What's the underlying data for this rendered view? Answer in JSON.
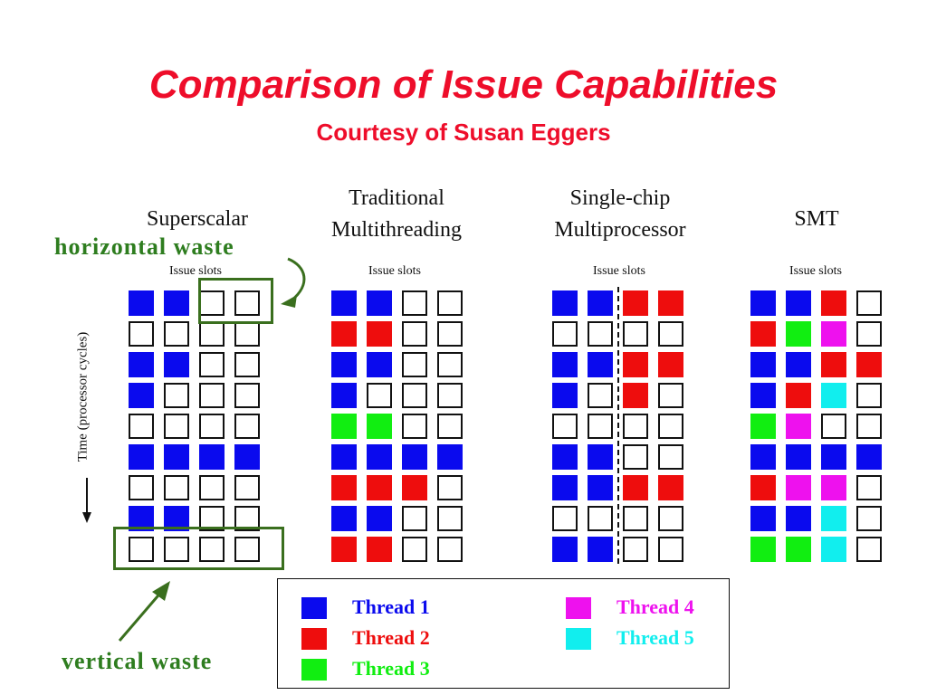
{
  "title": "Comparison of Issue Capabilities",
  "subtitle": "Courtesy of Susan Eggers",
  "colors": {
    "title": "#ee0d2a",
    "waste_labels": "#2e7d1f",
    "threads": {
      "1": "#0a0aee",
      "2": "#ee0d0d",
      "3": "#11ee11",
      "4": "#ee11ee",
      "5": "#11eeee"
    }
  },
  "axis_label": "Time (processor cycles)",
  "slots_label": "Issue slots",
  "annotations": {
    "horizontal_waste": "horizontal waste",
    "vertical_waste": "vertical waste"
  },
  "columns": [
    {
      "id": "superscalar",
      "title_lines": [
        "Superscalar"
      ],
      "divider": false,
      "rows": [
        [
          1,
          1,
          0,
          0
        ],
        [
          0,
          0,
          0,
          0
        ],
        [
          1,
          1,
          0,
          0
        ],
        [
          1,
          0,
          0,
          0
        ],
        [
          0,
          0,
          0,
          0
        ],
        [
          1,
          1,
          1,
          1
        ],
        [
          0,
          0,
          0,
          0
        ],
        [
          1,
          1,
          0,
          0
        ],
        [
          0,
          0,
          0,
          0
        ]
      ]
    },
    {
      "id": "traditional-multithreading",
      "title_lines": [
        "Traditional",
        "Multithreading"
      ],
      "divider": false,
      "rows": [
        [
          1,
          1,
          0,
          0
        ],
        [
          2,
          2,
          0,
          0
        ],
        [
          1,
          1,
          0,
          0
        ],
        [
          1,
          0,
          0,
          0
        ],
        [
          3,
          3,
          0,
          0
        ],
        [
          1,
          1,
          1,
          1
        ],
        [
          2,
          2,
          2,
          0
        ],
        [
          1,
          1,
          0,
          0
        ],
        [
          2,
          2,
          0,
          0
        ]
      ]
    },
    {
      "id": "single-chip-multiprocessor",
      "title_lines": [
        "Single-chip",
        "Multiprocessor"
      ],
      "divider": true,
      "rows": [
        [
          1,
          1,
          2,
          2
        ],
        [
          0,
          0,
          0,
          0
        ],
        [
          1,
          1,
          2,
          2
        ],
        [
          1,
          0,
          2,
          0
        ],
        [
          0,
          0,
          0,
          0
        ],
        [
          1,
          1,
          0,
          0
        ],
        [
          1,
          1,
          2,
          2
        ],
        [
          0,
          0,
          0,
          0
        ],
        [
          1,
          1,
          0,
          0
        ]
      ]
    },
    {
      "id": "smt",
      "title_lines": [
        "SMT"
      ],
      "divider": false,
      "rows": [
        [
          1,
          1,
          2,
          0
        ],
        [
          2,
          3,
          4,
          0
        ],
        [
          1,
          1,
          2,
          2
        ],
        [
          1,
          2,
          5,
          0
        ],
        [
          3,
          4,
          0,
          0
        ],
        [
          1,
          1,
          1,
          1
        ],
        [
          2,
          4,
          4,
          0
        ],
        [
          1,
          1,
          5,
          0
        ],
        [
          3,
          3,
          5,
          0
        ]
      ]
    }
  ],
  "legend": [
    {
      "thread": 1,
      "label": "Thread 1"
    },
    {
      "thread": 2,
      "label": "Thread 2"
    },
    {
      "thread": 3,
      "label": "Thread 3"
    },
    {
      "thread": 4,
      "label": "Thread 4"
    },
    {
      "thread": 5,
      "label": "Thread 5"
    }
  ]
}
